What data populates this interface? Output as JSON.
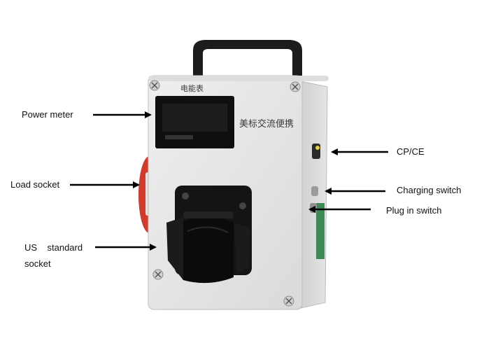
{
  "device": {
    "meter_caption": "电能表",
    "product_name": "美标交流便携"
  },
  "annotations": {
    "power_meter": "Power meter",
    "load_socket": "Load socket",
    "us_standard_line1": "US    standard",
    "us_standard_line2": "socket",
    "cp_ce": "CP/CE",
    "charging_switch": "Charging switch",
    "plug_in_switch": "Plug in switch"
  },
  "colors": {
    "housing": "#e6e7e6",
    "handle": "#1c1c1c",
    "socket": "#141414",
    "side_socket": "#d23a2a",
    "side_label": "#3c8a56",
    "indicator": "#e8d23a"
  }
}
